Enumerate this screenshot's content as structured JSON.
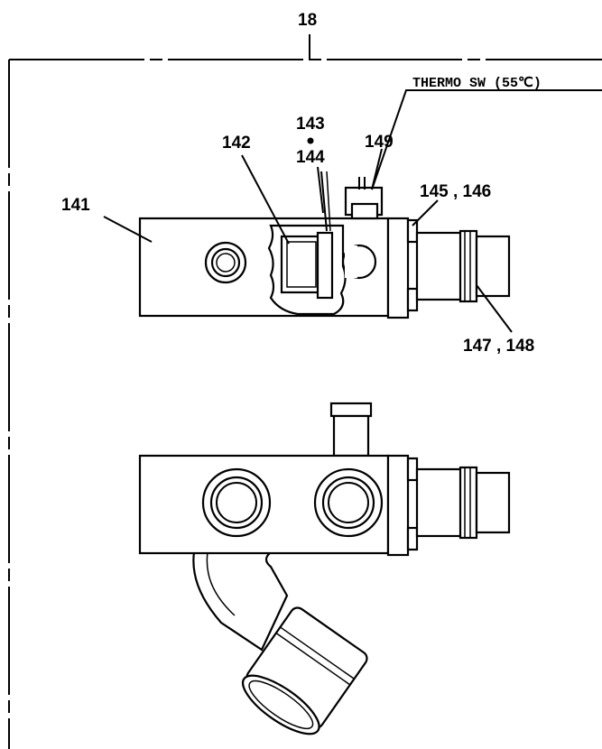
{
  "labels": {
    "assembly": "18",
    "thermo_switch": "THERMO SW (55℃)",
    "p141": "141",
    "p142": "142",
    "p143": "143",
    "p144": "144",
    "p145_146": "145 , 146",
    "p147_148": "147 , 148",
    "p149": "149"
  }
}
